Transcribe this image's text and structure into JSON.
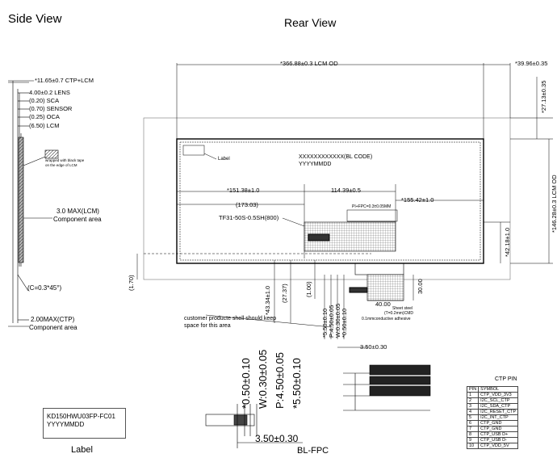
{
  "titles": {
    "side_view": "Side View",
    "rear_view": "Rear View",
    "label": "Label",
    "bl_fpc": "BL-FPC",
    "ctp_pin": "CTP PIN"
  },
  "side": {
    "dims": [
      "*11.65±0.7 CTP+LCM",
      "4.00±0.2 LENS",
      "(0.20) SCA",
      "(0.70) SENSOR",
      "(0.25) OCA",
      "(6.50) LCM"
    ],
    "wrap_note_1": "wrapped with black tape",
    "wrap_note_2": "on the edge of LCM",
    "max_lcm": "3.0 MAX(LCM)",
    "component_area": "Component area",
    "chamfer": "(C=0.3*45°)",
    "max_ctp": "2.00MAX(CTP)",
    "component_area_2": "Component area"
  },
  "rear": {
    "width_od": "*366.88±0.3 LCM OD",
    "right_offset": "*39.96±0.35",
    "top_offset": "*27.13±0.35",
    "height_od": "*146.28±0.3 LCM OD",
    "dim_151": "*151.38±1.0",
    "dim_114": "114.39±0.5",
    "dim_155": "*155.42±1.0",
    "dim_173": "(173.03)",
    "connector": "TF31-50S-0.5SH(800)",
    "barcode_1": "XXXXXXXXXXXX(BL CODE)",
    "barcode_2": "YYYYMMDD",
    "label_word": "Label",
    "dim_42": "*42.18±1.0",
    "dim_170": "(1.70)",
    "dim_4334": "*43.34±1.0",
    "dim_2737": "(27.37)",
    "dim_100": "(1.00)",
    "dim_550": "*5.50±0.10",
    "dim_p450": "P:4.50±0.05",
    "dim_w030": "W:0.30±0.05",
    "dim_050": "*0.50±0.10",
    "dim_30": "30.00",
    "dim_40": "40.00",
    "dim_350": "3.50±0.30",
    "pi_fpc": "PI+FPC=0.3±0.05MM",
    "sheet_steel": "Sheet steel",
    "sheet_steel_2": "(T=0.2mm)CMD",
    "adhesive": "0.1mmconductive adhesive",
    "customer_note_1": "customer producte shell should keep",
    "customer_note_2": "space for this area"
  },
  "fpc": {
    "dim_050": "*0.50±0.10",
    "dim_w030": "W:0.30±0.05",
    "dim_p450": "P:4.50±0.05",
    "dim_550": "*5.50±0.10",
    "dim_350": "3.50±0.30"
  },
  "label_box": {
    "line1": "KD150HWU03FP-FC01",
    "line2": "YYYYMMDD"
  },
  "pin_table": {
    "headers": [
      "PIN",
      "SYMBOL"
    ],
    "rows": [
      [
        "1",
        "CTP_VDD_3V3"
      ],
      [
        "2",
        "I2C_SCL_CTP"
      ],
      [
        "3",
        "I2C_SDA_CTP"
      ],
      [
        "4",
        "I2C_RESET_CTP"
      ],
      [
        "5",
        "I2C_INT_CTP"
      ],
      [
        "6",
        "CTP_GND"
      ],
      [
        "7",
        "CTP_GND"
      ],
      [
        "8",
        "CTP_USB D+"
      ],
      [
        "9",
        "CTP_USB D-"
      ],
      [
        "10",
        "CTP_VDD_5V"
      ]
    ]
  }
}
